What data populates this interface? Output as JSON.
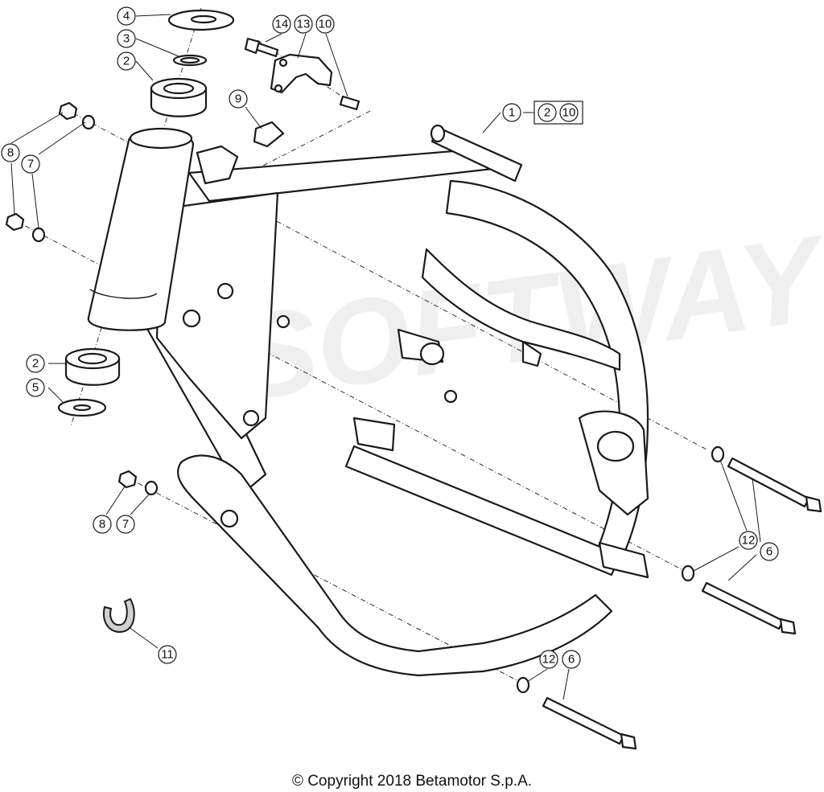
{
  "callouts": {
    "c1": "1",
    "c2a": "2",
    "c2b": "2",
    "c3": "3",
    "c4": "4",
    "c5": "5",
    "c6a": "6",
    "c6b": "6",
    "c7a": "7",
    "c7b": "7",
    "c8a": "8",
    "c8b": "8",
    "c9": "9",
    "c10": "10",
    "c11": "11",
    "c12a": "12",
    "c12b": "12",
    "c13": "13",
    "c14": "14"
  },
  "kit": {
    "item_a": "2",
    "item_b": "10"
  },
  "watermark": "SOFTWAY",
  "copyright": "© Copyright 2018 Betamotor S.p.A."
}
